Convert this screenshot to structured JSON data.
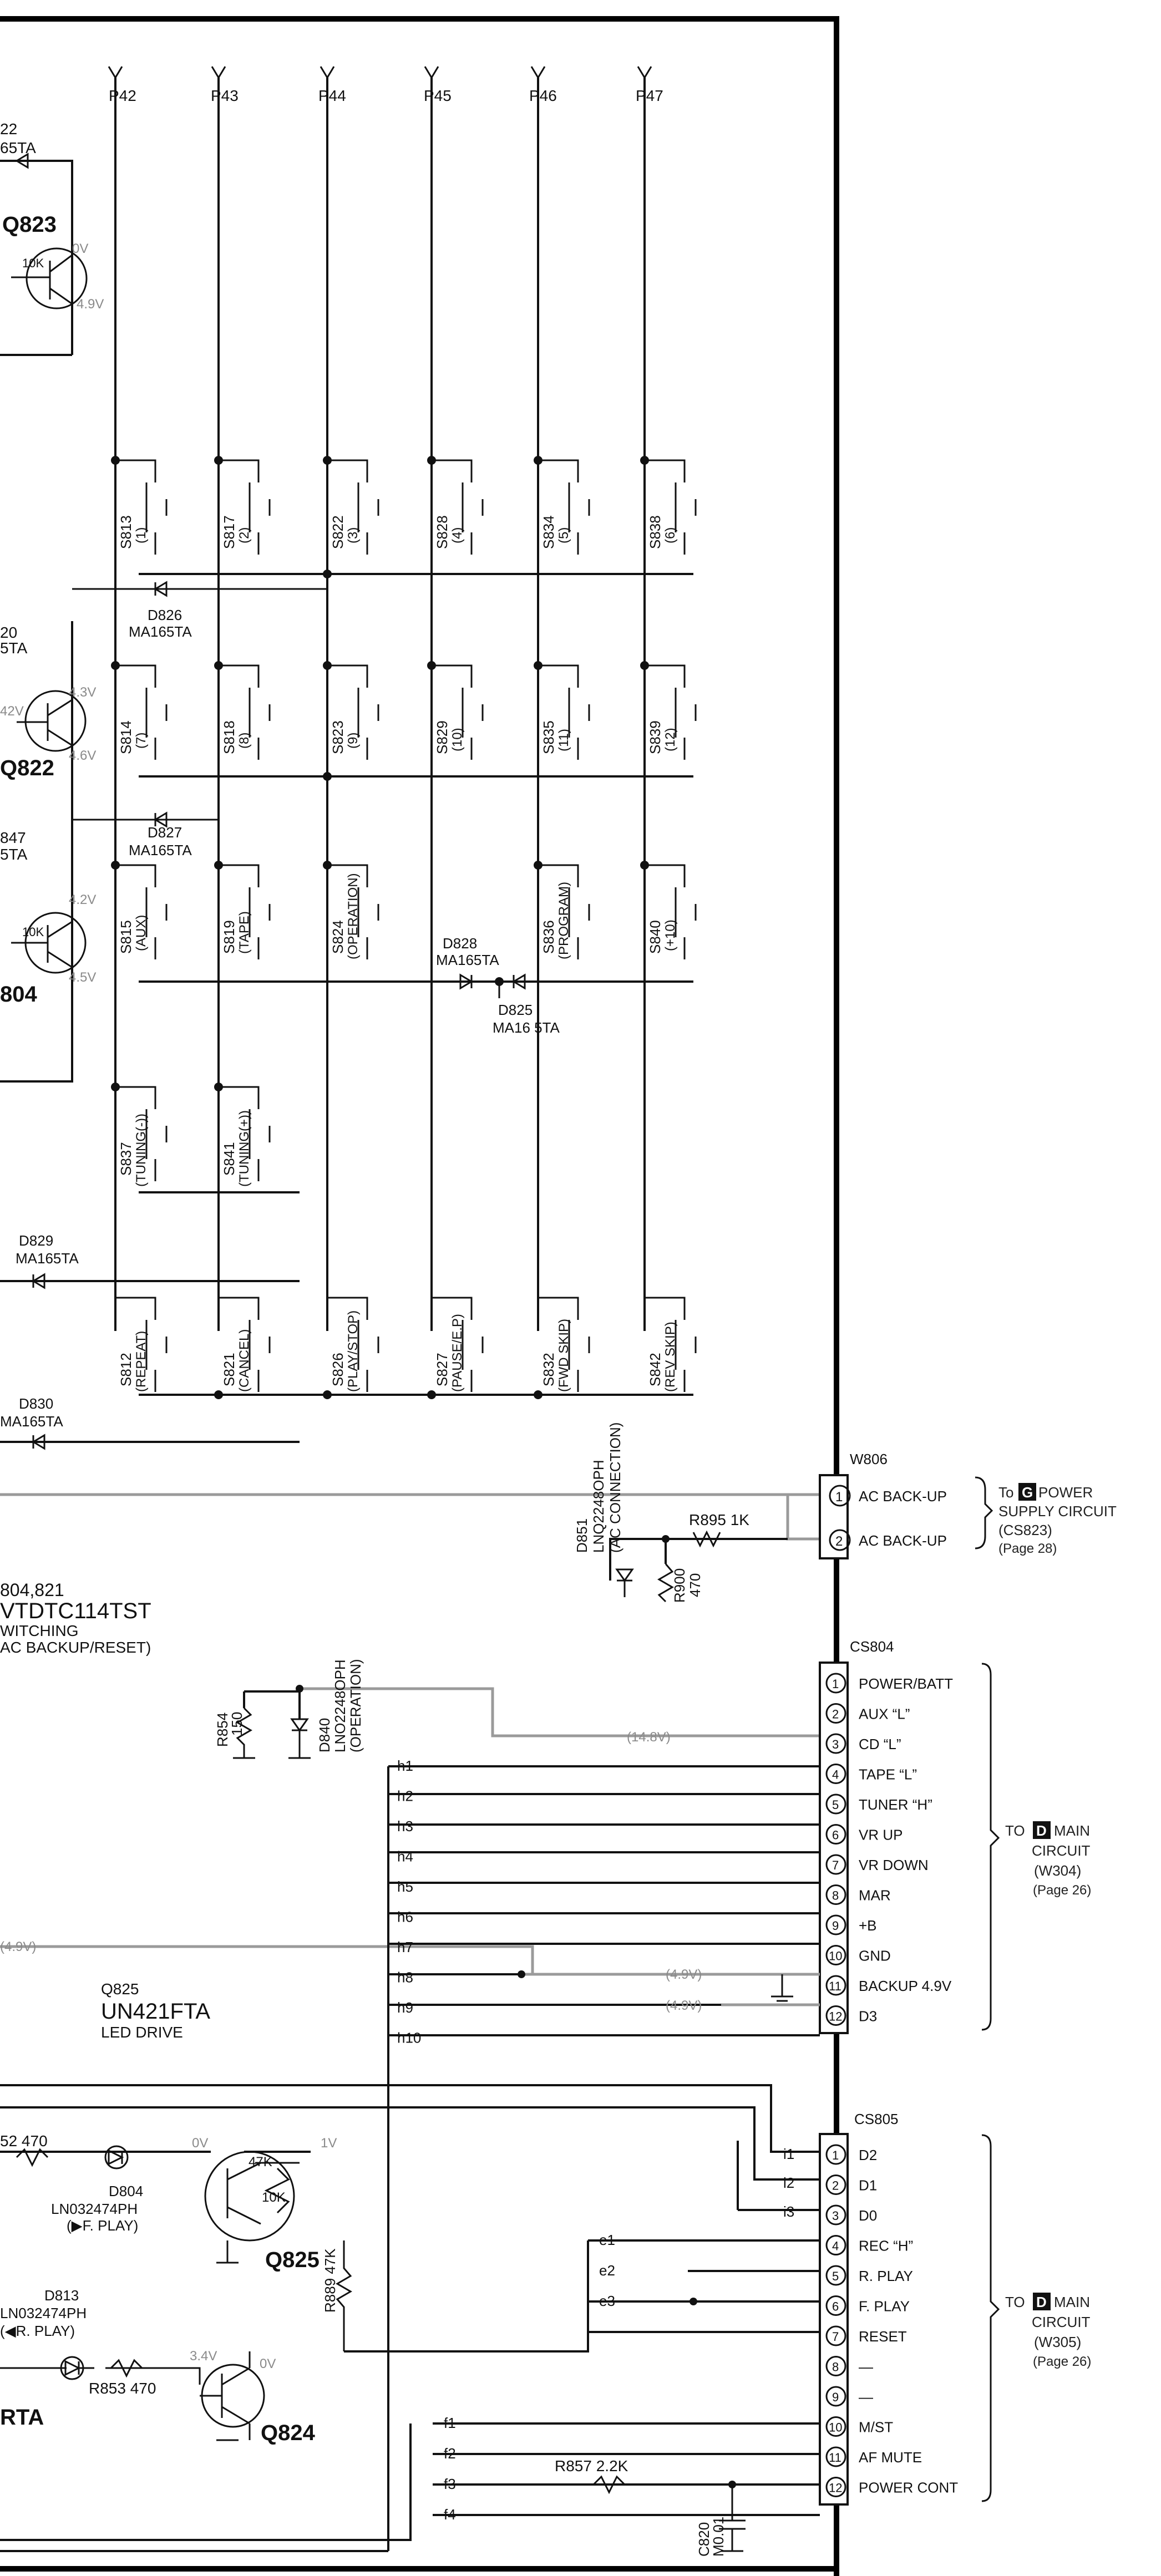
{
  "pins_top": [
    "P42",
    "P43",
    "P44",
    "P45",
    "P46",
    "P47"
  ],
  "switch_rows": [
    [
      {
        "ref": "S813",
        "val": "(1)"
      },
      {
        "ref": "S817",
        "val": "(2)"
      },
      {
        "ref": "S822",
        "val": "(3)"
      },
      {
        "ref": "S828",
        "val": "(4)"
      },
      {
        "ref": "S834",
        "val": "(5)"
      },
      {
        "ref": "S838",
        "val": "(6)"
      }
    ],
    [
      {
        "ref": "S814",
        "val": "(7)"
      },
      {
        "ref": "S818",
        "val": "(8)"
      },
      {
        "ref": "S823",
        "val": "(9)"
      },
      {
        "ref": "S829",
        "val": "(10)"
      },
      {
        "ref": "S835",
        "val": "(11)"
      },
      {
        "ref": "S839",
        "val": "(12)"
      }
    ],
    [
      {
        "ref": "S815",
        "val": "(AUX)"
      },
      {
        "ref": "S819",
        "val": "(TAPE)"
      },
      {
        "ref": "S824",
        "val": "(OPERATION)"
      },
      null,
      {
        "ref": "S836",
        "val": "(PROGRAM)"
      },
      {
        "ref": "S840",
        "val": "(+10)"
      }
    ],
    [
      {
        "ref": "S837",
        "val": "(TUNING(-))"
      },
      {
        "ref": "S841",
        "val": "(TUNING(+))"
      },
      null,
      null,
      null,
      null
    ],
    [
      {
        "ref": "S812",
        "val": "(REPEAT)"
      },
      {
        "ref": "S821",
        "val": "(CANCEL)"
      },
      {
        "ref": "S826",
        "val": "(PLAY/STOP)"
      },
      {
        "ref": "S827",
        "val": "(PAUSE/E.P)"
      },
      {
        "ref": "S832",
        "val": "(FWD SKIP)"
      },
      {
        "ref": "S842",
        "val": "(REV SKIP)"
      }
    ]
  ],
  "left_labels": {
    "d822_a": "22",
    "d822_b": "65TA",
    "q823": "Q823",
    "d820_a": "20",
    "d820_b": "5TA",
    "q822": "Q822",
    "d847_a": "847",
    "d847_b": "5TA",
    "q804": "804",
    "v42": "42V",
    "r10k_1": "10K",
    "r10k_2": "10K"
  },
  "voltages": {
    "q823_0v": "0V",
    "q823_49v": "4.9V",
    "q822_43v": "4.3V",
    "q822_46v": "4.6V",
    "q804_42v": "4.2V",
    "q804_45v": "4.5V"
  },
  "diodes": {
    "d826": "D826",
    "d826_t": "MA165TA",
    "d827": "D827",
    "d827_t": "MA165TA",
    "d828": "D828",
    "d828_t": "MA165TA",
    "d825": "D825",
    "d825_t": "MA16 5TA",
    "d829": "D829",
    "d829_t": "MA165TA",
    "d830": "D830",
    "d830_t": "MA165TA"
  },
  "w806": {
    "title": "W806",
    "pins": [
      {
        "n": "1",
        "label": "AC  BACK-UP"
      },
      {
        "n": "2",
        "label": "AC  BACK-UP"
      }
    ],
    "dest_to": "To",
    "dest_letter": "G",
    "dest_name": "POWER",
    "dest_l2": "SUPPLY CIRCUIT",
    "dest_l3": "(CS823)",
    "dest_page": "(Page 28)"
  },
  "ac_section": {
    "r895": "R895  1K",
    "d851": "D851",
    "d851_t": "LNQ2248OPH",
    "d851_n": "(AC CONNECTION)",
    "r900": "R900",
    "r900_v": "470",
    "ic_a": "804,821",
    "ic_b": "VTDTC114TST",
    "ic_c": "WITCHING",
    "ic_d": "AC BACKUP/RESET)"
  },
  "led_section": {
    "r854": "R854",
    "r854_v": "150",
    "d840": "D840",
    "d840_t": "LNO2248OPH",
    "d840_n": "(OPERATION)",
    "v148": "(14.8V)"
  },
  "cs804": {
    "title": "CS804",
    "pins": [
      {
        "n": "1",
        "label": "POWER/BATT"
      },
      {
        "n": "2",
        "label": "AUX “L”"
      },
      {
        "n": "3",
        "label": "CD  “L”"
      },
      {
        "n": "4",
        "label": "TAPE  “L”"
      },
      {
        "n": "5",
        "label": "TUNER  “H”"
      },
      {
        "n": "6",
        "label": "VR  UP"
      },
      {
        "n": "7",
        "label": "VR  DOWN"
      },
      {
        "n": "8",
        "label": "MAR"
      },
      {
        "n": "9",
        "label": "+B"
      },
      {
        "n": "10",
        "label": "GND"
      },
      {
        "n": "11",
        "label": "BACKUP  4.9V"
      },
      {
        "n": "12",
        "label": "D3"
      }
    ],
    "dest_to": "TO",
    "dest_letter": "D",
    "dest_name": "MAIN",
    "dest_l2": "CIRCUIT",
    "dest_l3": "(W304)",
    "dest_page": "(Page 26)"
  },
  "h_nets": [
    "h1",
    "h2",
    "h3",
    "h4",
    "h5",
    "h6",
    "h7",
    "h8",
    "h9",
    "h10"
  ],
  "v49_a": "(4.9V)",
  "v49_b": "(4.9V)",
  "v49_left": "(4.9V)",
  "q825_block": {
    "ref": "Q825",
    "part": "UN421FTA",
    "func": "LED DRIVE"
  },
  "cs805": {
    "title": "CS805",
    "pins": [
      {
        "n": "1",
        "label": "D2"
      },
      {
        "n": "2",
        "label": "D1"
      },
      {
        "n": "3",
        "label": "D0"
      },
      {
        "n": "4",
        "label": "REC “H”"
      },
      {
        "n": "5",
        "label": "R. PLAY"
      },
      {
        "n": "6",
        "label": "F. PLAY"
      },
      {
        "n": "7",
        "label": "RESET"
      },
      {
        "n": "8",
        "label": "—"
      },
      {
        "n": "9",
        "label": "—"
      },
      {
        "n": "10",
        "label": "M/ST"
      },
      {
        "n": "11",
        "label": "AF  MUTE"
      },
      {
        "n": "12",
        "label": "POWER  CONT"
      }
    ],
    "dest_to": "TO",
    "dest_letter": "D",
    "dest_name": "MAIN",
    "dest_l2": "CIRCUIT",
    "dest_l3": "(W305)",
    "dest_page": "(Page 26)"
  },
  "i_nets": [
    "i1",
    "i2",
    "i3"
  ],
  "e_nets": [
    "e1",
    "e2",
    "e3"
  ],
  "f_nets": [
    "f1",
    "f2",
    "f3",
    "f4"
  ],
  "bottom": {
    "r852": "52  470",
    "d804": "D804",
    "d804_t": "LN032474PH",
    "d804_n": "(▶F. PLAY)",
    "v0": "0V",
    "v1": "1V",
    "r47k": "47K",
    "r10k": "10K",
    "q825": "Q825",
    "d813": "D813",
    "d813_t": "LN032474PH",
    "d813_n": "(◀R. PLAY)",
    "r853": "R853  470",
    "v34": "3.4V",
    "v0b": "0V",
    "q824": "Q824",
    "r889": "R889  47K",
    "rta": "RTA",
    "r857": "R857   2.2K",
    "c820": "C820",
    "c820_v": "M0.01"
  }
}
